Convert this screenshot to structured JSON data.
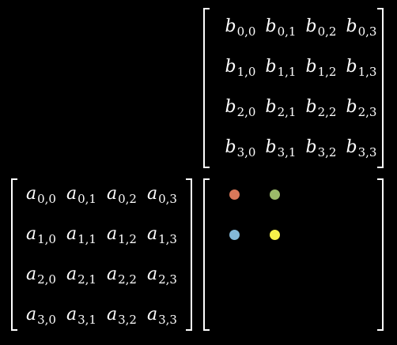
{
  "matrix_b": {
    "name": "b",
    "rows": [
      [
        "0,0",
        "0,1",
        "0,2",
        "0,3"
      ],
      [
        "1,0",
        "1,1",
        "1,2",
        "1,3"
      ],
      [
        "2,0",
        "2,1",
        "2,2",
        "2,3"
      ],
      [
        "3,0",
        "3,1",
        "3,2",
        "3,3"
      ]
    ]
  },
  "matrix_a": {
    "name": "a",
    "rows": [
      [
        "0,0",
        "0,1",
        "0,2",
        "0,3"
      ],
      [
        "1,0",
        "1,1",
        "1,2",
        "1,3"
      ],
      [
        "2,0",
        "2,1",
        "2,2",
        "2,3"
      ],
      [
        "3,0",
        "3,1",
        "3,2",
        "3,3"
      ]
    ]
  },
  "result_matrix": {
    "dots": [
      {
        "row": 0,
        "col": 0,
        "color": "#d9785a"
      },
      {
        "row": 0,
        "col": 1,
        "color": "#9bba6a"
      },
      {
        "row": 1,
        "col": 0,
        "color": "#83b8d8"
      },
      {
        "row": 1,
        "col": 1,
        "color": "#f6f14a"
      }
    ]
  }
}
